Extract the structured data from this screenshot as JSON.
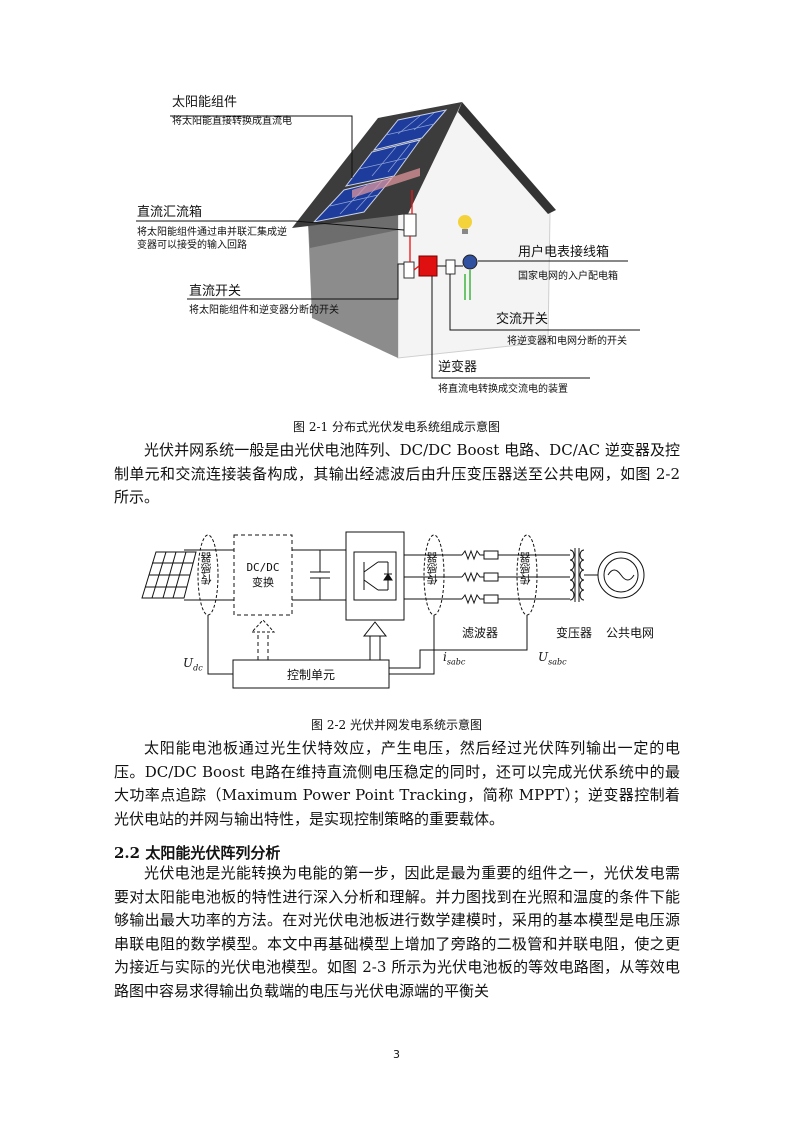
{
  "figure1": {
    "labels": [
      {
        "title": "太阳能组件",
        "desc": "将太阳能直接转换成直流电"
      },
      {
        "title": "直流汇流箱",
        "desc": "将太阳能组件通过串并联汇集成逆变器可以接受的输入回路"
      },
      {
        "title": "直流开关",
        "desc": "将太阳能组件和逆变器分断的开关"
      },
      {
        "title": "用户电表接线箱",
        "desc": "国家电网的入户配电箱"
      },
      {
        "title": "交流开关",
        "desc": "将逆变器和电网分断的开关"
      },
      {
        "title": "逆变器",
        "desc": "将直流电转换成交流电的装置"
      }
    ],
    "caption": "图 2-1 分布式光伏发电系统组成示意图"
  },
  "paragraph1": "光伏并网系统一般是由光伏电池阵列、DC/DC Boost 电路、DC/AC 逆变器及控制单元和交流连接装备构成，其输出经滤波后由升压变压器送至公共电网，如图 2-2 所示。",
  "figure2": {
    "sensor1": "传感器",
    "sensor2": "传感器",
    "sensor3": "传感器",
    "dcdc_line1": "DC/DC",
    "dcdc_line2": "变换",
    "filter": "滤波器",
    "transformer": "变压器",
    "grid": "公共电网",
    "control": "控制单元",
    "udc": "U",
    "udc_sub": "dc",
    "isabc": "i",
    "isabc_sub": "sabc",
    "usabc": "U",
    "usabc_sub": "sabc",
    "caption": "图 2-2 光伏并网发电系统示意图"
  },
  "paragraph2": "太阳能电池板通过光生伏特效应，产生电压，然后经过光伏阵列输出一定的电压。DC/DC Boost 电路在维持直流侧电压稳定的同时，还可以完成光伏系统中的最大功率点追踪（Maximum Power Point Tracking，简称 MPPT）；逆变器控制着光伏电站的并网与输出特性，是实现控制策略的重要载体。",
  "section_heading": "2.2 太阳能光伏阵列分析",
  "paragraph3": "光伏电池是光能转换为电能的第一步，因此是最为重要的组件之一，光伏发电需要对太阳能电池板的特性进行深入分析和理解。并力图找到在光照和温度的条件下能够输出最大功率的方法。在对光伏电池板进行数学建模时，采用的基本模型是电压源串联电阻的数学模型。本文中再基础模型上增加了旁路的二极管和并联电阻，使之更为接近与实际的光伏电池模型。如图 2-3 所示为光伏电池板的等效电路图，从等效电路图中容易求得输出负载端的电压与光伏电源端的平衡关",
  "page_number": "3",
  "colors": {
    "roof": "#4a4a4a",
    "panel": "#1d3c9c",
    "inverter": "#e01010",
    "wall": "#f4f4f4"
  }
}
